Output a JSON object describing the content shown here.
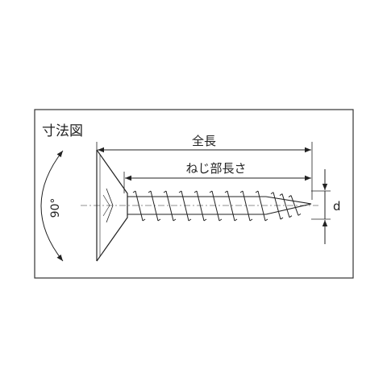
{
  "diagram": {
    "title": "寸法図",
    "total_length_label": "全長",
    "thread_length_label": "ねじ部長さ",
    "diameter_label": "d",
    "angle_label": "90°"
  },
  "colors": {
    "line": "#222222",
    "frame": "#333333",
    "background": "#ffffff"
  }
}
